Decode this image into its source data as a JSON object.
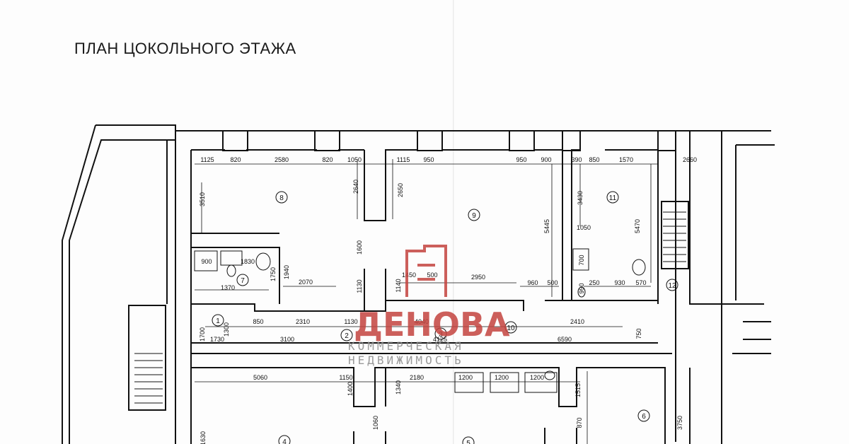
{
  "title": "ПЛАН ЦОКОЛЬНОГО ЭТАЖА",
  "watermark": {
    "name": "ДЕНОВА",
    "line1": "КОММЕРЧЕСКАЯ",
    "line2": "НЕДВИЖИМОСТЬ",
    "color": "#c4443f"
  },
  "rooms": [
    "1",
    "2",
    "3",
    "4",
    "5",
    "6",
    "7",
    "8",
    "9",
    "10",
    "11",
    "12"
  ],
  "dimensions": {
    "top_row": [
      "1125",
      "820",
      "2580",
      "820",
      "1050",
      "1115",
      "950",
      "950",
      "900",
      "390",
      "850",
      "1570",
      "2660"
    ],
    "vertical_top": [
      "3510",
      "2640",
      "2650",
      "5445",
      "3430",
      "5470"
    ],
    "middle": [
      "1600",
      "1130",
      "1140",
      "1450",
      "500",
      "2950",
      "960",
      "500",
      "1050",
      "700",
      "990",
      "250",
      "930",
      "570"
    ],
    "wc_block": [
      "900",
      "1830",
      "1750",
      "1940",
      "2070",
      "1370"
    ],
    "corridor": [
      "1700",
      "1300",
      "850",
      "2310",
      "1130",
      "4040",
      "2410",
      "750",
      "1730",
      "3100",
      "4125",
      "6590"
    ],
    "bottom": [
      "5060",
      "1150",
      "1340",
      "2180",
      "1200",
      "1200",
      "1200",
      "1515",
      "1400",
      "1060",
      "870",
      "3750",
      "1630"
    ]
  }
}
